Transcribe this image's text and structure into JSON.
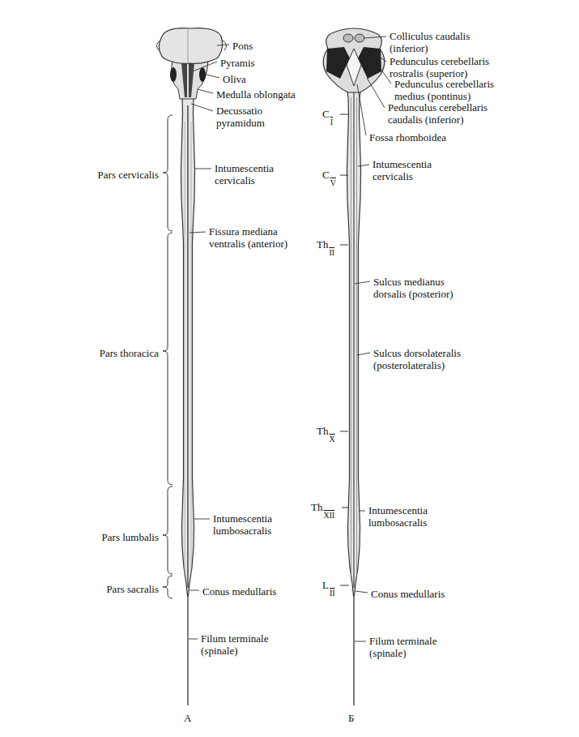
{
  "diagram": {
    "labels": [
      "Pons",
      "Pyramis",
      "Oliva",
      "Medulla oblongata",
      "Decussatio pyramidum",
      "Pars cervicalis",
      "Intumescentia cervicalis",
      "Fissura mediana ventralis (anterior)",
      "Pars thoracica",
      "Pars lumbalis",
      "Intumescentia lumbosacralis",
      "Pars sacralis",
      "Conus medullaris",
      "Filum terminale (spinale)",
      "A",
      "Colliculus caudalis (inferior)",
      "Pedunculus cerebellaris rostralis (superior)",
      "Pedunculus cerebellaris medius (pontinus)",
      "Pedunculus cerebellaris caudalis (inferior)",
      "C",
      "I",
      "Fossa rhomboidea",
      "Intumescentia cervicalis",
      "C",
      "V",
      "Th",
      "II",
      "Sulcus medianus dorsalis (posterior)",
      "Sulcus dorsolateralis (posterolateralis)",
      "Th",
      "X",
      "Th",
      "XII",
      "Intumescentia lumbosacralis",
      "L",
      "II",
      "Conus medullaris",
      "Filum terminale (spinale)",
      "Б"
    ]
  }
}
